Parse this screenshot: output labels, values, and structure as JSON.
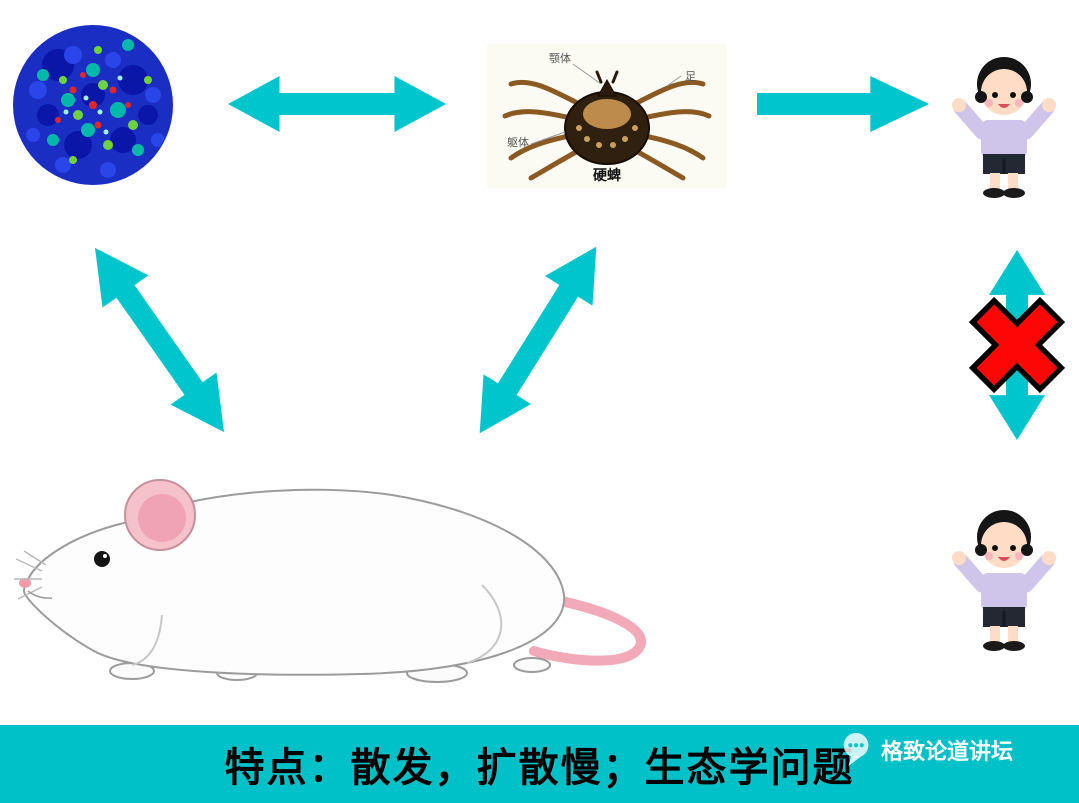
{
  "colors": {
    "arrow": "#00c5cd",
    "banner-bg": "#00c0c8",
    "banner-text": "#000000",
    "logo-text": "#ffffff",
    "cross": "#fe0606"
  },
  "banner": {
    "text": "特点：散发，扩散慢；生态学问题"
  },
  "logo": {
    "text": "格致论道讲坛"
  },
  "tick": {
    "label_head": "颚体",
    "label_leg": "足",
    "label_body": "躯体",
    "caption": "硬蜱"
  }
}
